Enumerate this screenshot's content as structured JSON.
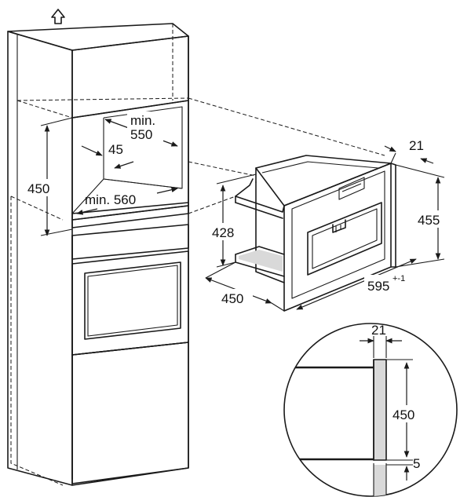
{
  "dimensions": {
    "niche_depth": "min. 550",
    "niche_depth_line1": "min.",
    "niche_depth_line2": "550",
    "niche_height": "450",
    "niche_gap": "45",
    "niche_width": "min. 560",
    "appliance_depth": "428",
    "appliance_side_depth": "450",
    "appliance_width": "595",
    "appliance_width_tolerance": "+-1",
    "appliance_height": "455",
    "front_panel_thickness": "21",
    "detail_thickness": "21",
    "detail_height": "450",
    "detail_gap": "5"
  },
  "icons": {
    "top_arrow": "up-arrow-icon"
  },
  "colors": {
    "line": "#1a1a1a",
    "shade": "#d9d9d9"
  }
}
